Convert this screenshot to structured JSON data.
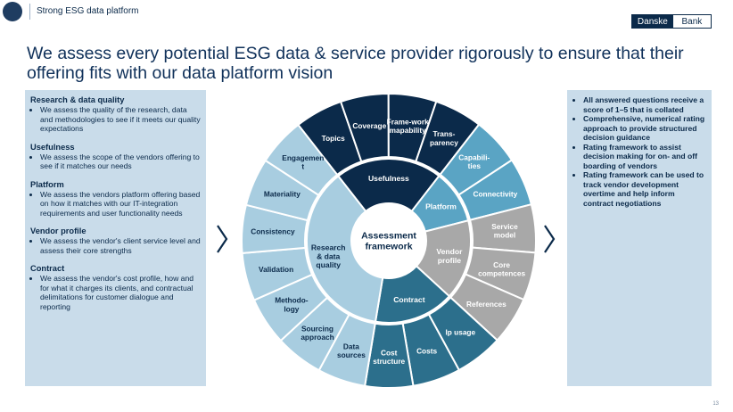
{
  "header": {
    "title": "Strong ESG data platform"
  },
  "logo": {
    "left": "Danske",
    "right": "Bank"
  },
  "headline": "We assess every potential ESG data & service provider rigorously to ensure that their offering fits with our data platform vision",
  "left_sections": [
    {
      "title": "Research & data quality",
      "bullet": "We assess the quality of the research, data and methodologies to see if it meets our quality expectations"
    },
    {
      "title": "Usefulness",
      "bullet": "We assess the scope of the vendors offering to see if it matches our needs"
    },
    {
      "title": "Platform",
      "bullet": "We assess the vendors platform offering based on how it matches with our IT-integration requirements and user functionality needs"
    },
    {
      "title": "Vendor profile",
      "bullet": "We assess the vendor's client service level and assess their core strengths"
    },
    {
      "title": "Contract",
      "bullet": "We assess the vendor's cost profile, how and for what it charges its clients, and contractual delimitations for customer dialogue and reporting"
    }
  ],
  "right_bullets": [
    "All answered questions receive a score of 1–5 that is collated",
    "Comprehensive, numerical rating approach to provide structured decision guidance",
    "Rating framework to assist decision making for on- and off boarding of vendors",
    "Rating framework can be used to track vendor development overtime and help inform contract negotiations"
  ],
  "center": {
    "line1": "Assessment",
    "line2": "framework"
  },
  "inner": [
    {
      "lines": [
        "Usefulness"
      ],
      "color": "#0b2a4a"
    },
    {
      "lines": [
        "Platform"
      ],
      "color": "#5aa4c4"
    },
    {
      "lines": [
        "Vendor",
        "profile"
      ],
      "color": "#a8a8a8"
    },
    {
      "lines": [
        "Contract"
      ],
      "color": "#2c6f8c"
    },
    {
      "lines": [
        "Research",
        "& data",
        "quality"
      ],
      "color": "#a8cde0"
    }
  ],
  "outer": [
    {
      "lines": [
        "Topics"
      ],
      "color": "#0b2a4a"
    },
    {
      "lines": [
        "Coverage"
      ],
      "color": "#0b2a4a"
    },
    {
      "lines": [
        "Frame-work",
        "mapability"
      ],
      "color": "#0b2a4a"
    },
    {
      "lines": [
        "Trans-",
        "parency"
      ],
      "color": "#0b2a4a"
    },
    {
      "lines": [
        "Capabili-",
        "ties"
      ],
      "color": "#5aa4c4"
    },
    {
      "lines": [
        "Connectivity"
      ],
      "color": "#5aa4c4"
    },
    {
      "lines": [
        "Service",
        "model"
      ],
      "color": "#a8a8a8"
    },
    {
      "lines": [
        "Core",
        "competences"
      ],
      "color": "#a8a8a8"
    },
    {
      "lines": [
        "References"
      ],
      "color": "#a8a8a8"
    },
    {
      "lines": [
        "Ip usage"
      ],
      "color": "#2c6f8c"
    },
    {
      "lines": [
        "Costs"
      ],
      "color": "#2c6f8c"
    },
    {
      "lines": [
        "Cost",
        "structure"
      ],
      "color": "#2c6f8c"
    },
    {
      "lines": [
        "Data",
        "sources"
      ],
      "color": "#a8cde0"
    },
    {
      "lines": [
        "Sourcing",
        "approach"
      ],
      "color": "#a8cde0"
    },
    {
      "lines": [
        "Methodo-",
        "logy"
      ],
      "color": "#a8cde0"
    },
    {
      "lines": [
        "Validation"
      ],
      "color": "#a8cde0"
    },
    {
      "lines": [
        "Consistency"
      ],
      "color": "#a8cde0"
    },
    {
      "lines": [
        "Materiality"
      ],
      "color": "#a8cde0"
    },
    {
      "lines": [
        "Engagemen",
        "t"
      ],
      "color": "#a8cde0"
    }
  ],
  "page_number": "13"
}
